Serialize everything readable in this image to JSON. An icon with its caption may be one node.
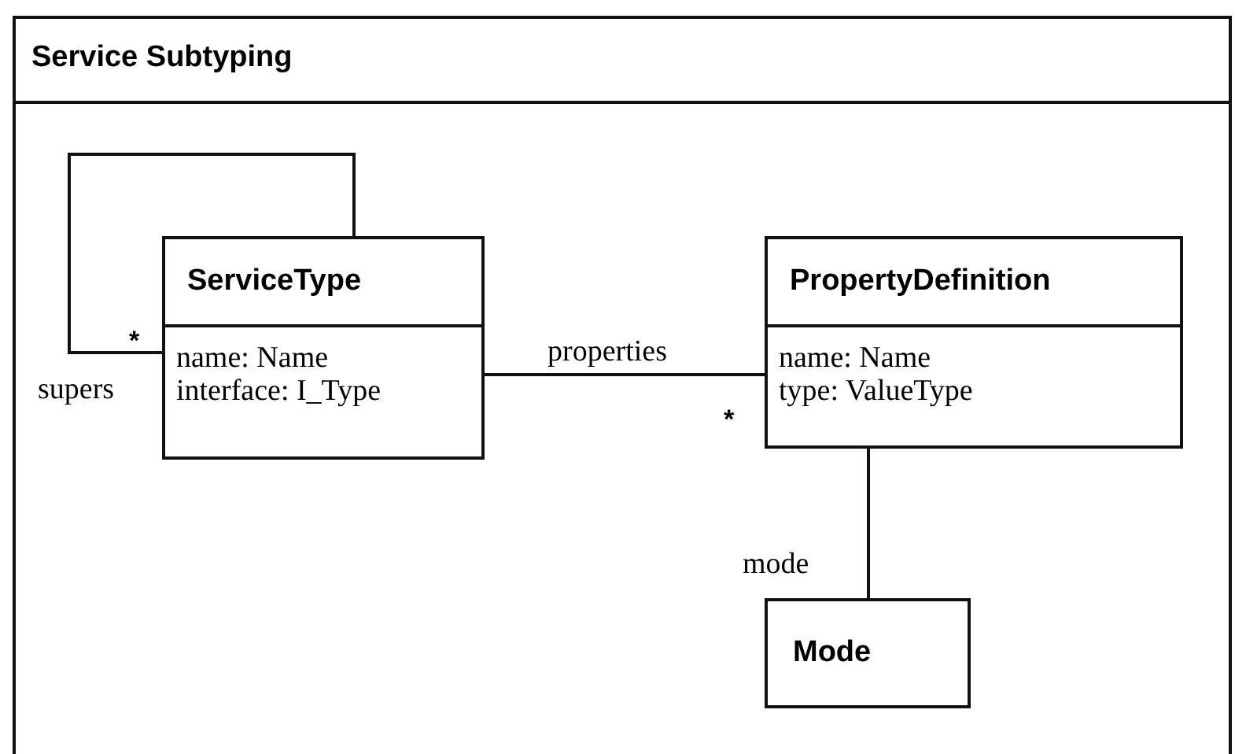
{
  "diagram": {
    "nodes": [
      {
        "text": [
          "Service Subtyping"
        ]
      },
      {
        "text": [
          "ServiceType",
          "name: Name",
          "interface: I_Type"
        ],
        "in": 0
      },
      {
        "text": [
          "PropertyDefinition",
          "name: Name",
          "type: ValueType"
        ],
        "in": 0
      },
      {
        "text": [
          "Mode"
        ],
        "in": 0
      }
    ],
    "edges": [
      {
        "from": 1,
        "to": 1,
        "arrow": "none",
        "label": "supers"
      },
      {
        "from": 1,
        "to": 2,
        "arrow": "none",
        "label": "properties"
      },
      {
        "from": 2,
        "to": 3,
        "arrow": "none",
        "label": "mode"
      }
    ],
    "labels": [
      "*",
      "*"
    ]
  }
}
